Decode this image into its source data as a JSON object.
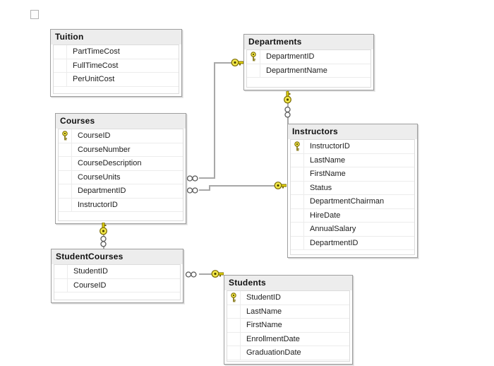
{
  "diagram": {
    "tables": [
      {
        "id": "tuition",
        "title": "Tuition",
        "columns": [
          {
            "name": "PartTimeCost",
            "pk": false
          },
          {
            "name": "FullTimeCost",
            "pk": false
          },
          {
            "name": "PerUnitCost",
            "pk": false
          }
        ]
      },
      {
        "id": "departments",
        "title": "Departments",
        "columns": [
          {
            "name": "DepartmentID",
            "pk": true
          },
          {
            "name": "DepartmentName",
            "pk": false
          }
        ]
      },
      {
        "id": "courses",
        "title": "Courses",
        "columns": [
          {
            "name": "CourseID",
            "pk": true
          },
          {
            "name": "CourseNumber",
            "pk": false
          },
          {
            "name": "CourseDescription",
            "pk": false
          },
          {
            "name": "CourseUnits",
            "pk": false
          },
          {
            "name": "DepartmentID",
            "pk": false
          },
          {
            "name": "InstructorID",
            "pk": false
          }
        ]
      },
      {
        "id": "instructors",
        "title": "Instructors",
        "columns": [
          {
            "name": "InstructorID",
            "pk": true
          },
          {
            "name": "LastName",
            "pk": false
          },
          {
            "name": "FirstName",
            "pk": false
          },
          {
            "name": "Status",
            "pk": false
          },
          {
            "name": "DepartmentChairman",
            "pk": false
          },
          {
            "name": "HireDate",
            "pk": false
          },
          {
            "name": "AnnualSalary",
            "pk": false
          },
          {
            "name": "DepartmentID",
            "pk": false
          }
        ]
      },
      {
        "id": "studentcourses",
        "title": "StudentCourses",
        "columns": [
          {
            "name": "StudentID",
            "pk": false
          },
          {
            "name": "CourseID",
            "pk": false
          }
        ]
      },
      {
        "id": "students",
        "title": "Students",
        "columns": [
          {
            "name": "StudentID",
            "pk": true
          },
          {
            "name": "LastName",
            "pk": false
          },
          {
            "name": "FirstName",
            "pk": false
          },
          {
            "name": "EnrollmentDate",
            "pk": false
          },
          {
            "name": "GraduationDate",
            "pk": false
          }
        ]
      }
    ],
    "relationships": [
      {
        "one": "Departments",
        "many": "Courses"
      },
      {
        "one": "Instructors",
        "many": "Courses"
      },
      {
        "one": "Departments",
        "many": "Instructors"
      },
      {
        "one": "Courses",
        "many": "StudentCourses"
      },
      {
        "one": "Students",
        "many": "StudentCourses"
      }
    ],
    "colors": {
      "background": "#ffffff",
      "table_header_bg": "#ededed",
      "table_border": "#9e9e9e",
      "row_separator": "#ececec",
      "connector": "#a8a8a8",
      "key_fill": "#f3e94a",
      "key_stroke": "#7a6a00"
    }
  }
}
